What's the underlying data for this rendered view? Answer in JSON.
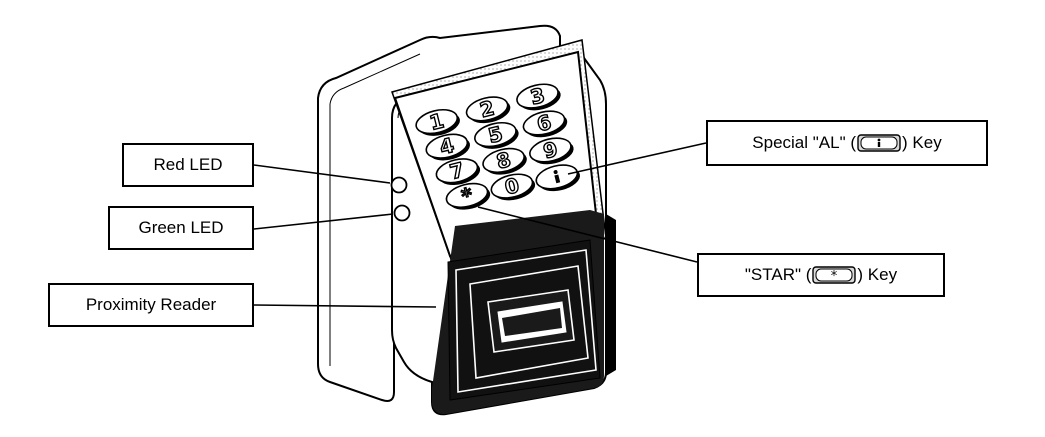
{
  "callouts": {
    "red_led": "Red LED",
    "green_led": "Green LED",
    "proximity_reader": "Proximity Reader",
    "al_key_prefix": "Special \"AL\" (",
    "al_key_suffix": ") Key",
    "star_key_prefix": "\"STAR\" (",
    "star_key_suffix": ") Key"
  },
  "keypad": {
    "keys": [
      "1",
      "2",
      "3",
      "4",
      "5",
      "6",
      "7",
      "8",
      "9",
      "*",
      "0",
      "AL"
    ]
  },
  "icons": {
    "al_key": "al-key-icon",
    "star_key": "star-key-icon"
  },
  "colors": {
    "line": "#000000",
    "reader": "#1a1a1a",
    "housing": "#ffffff",
    "screen_shade": "#d9d9d9"
  }
}
